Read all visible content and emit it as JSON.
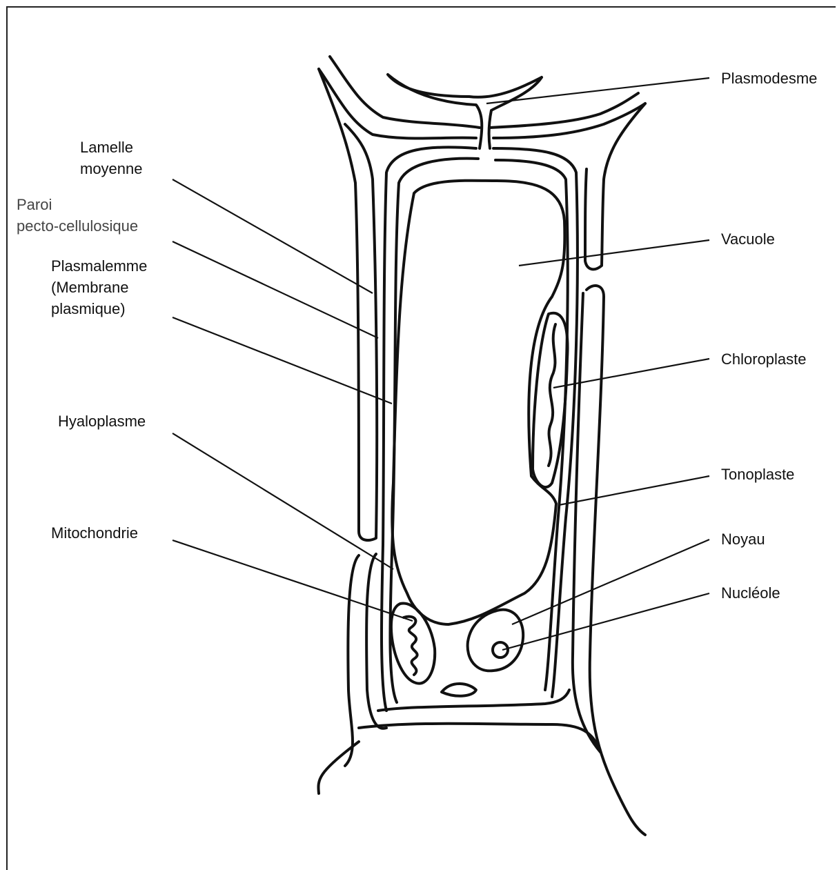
{
  "labels": {
    "lamelle_moyenne": [
      "Lamelle",
      "moyenne"
    ],
    "paroi": [
      "Paroi",
      "pecto-cellulosique"
    ],
    "plasmalemme": [
      "Plasmalemme",
      "(Membrane",
      "plasmique)"
    ],
    "hyaloplasme": "Hyaloplasme",
    "mitochondrie": "Mitochondrie",
    "plasmodesme": "Plasmodesme",
    "vacuole": "Vacuole",
    "chloroplaste": "Chloroplaste",
    "tonoplaste": "Tonoplaste",
    "noyau": "Noyau",
    "nucleole": "Nucléole"
  },
  "colors": {
    "stroke": "#111111",
    "background": "#ffffff",
    "muted_label": "#444444"
  }
}
